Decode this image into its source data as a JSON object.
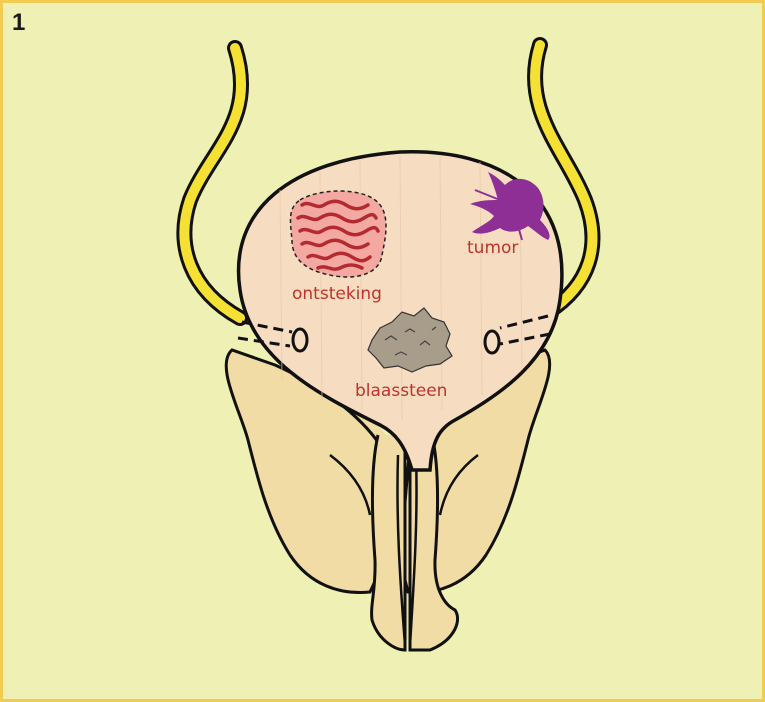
{
  "panel_number": "1",
  "labels": {
    "inflammation": "ontsteking",
    "tumor": "tumor",
    "bladder_stone": "blaassteen"
  },
  "colors": {
    "background": "#eef0b4",
    "frame_border": "#f2cc52",
    "bladder_fill": "#f6dcc0",
    "prostate_fill": "#f0dca4",
    "ureter": "#f5e034",
    "outline": "#111111",
    "label_text": "#c0332b",
    "inflammation_red": "#d2383c",
    "inflammation_pink": "#f3a9a2",
    "tumor_purple": "#8e2f95",
    "stone_gray": "#a89c8a"
  },
  "icons": [
    "inflammation-patch-icon",
    "tumor-icon",
    "bladder-stone-icon",
    "ureter-opening-icon"
  ]
}
